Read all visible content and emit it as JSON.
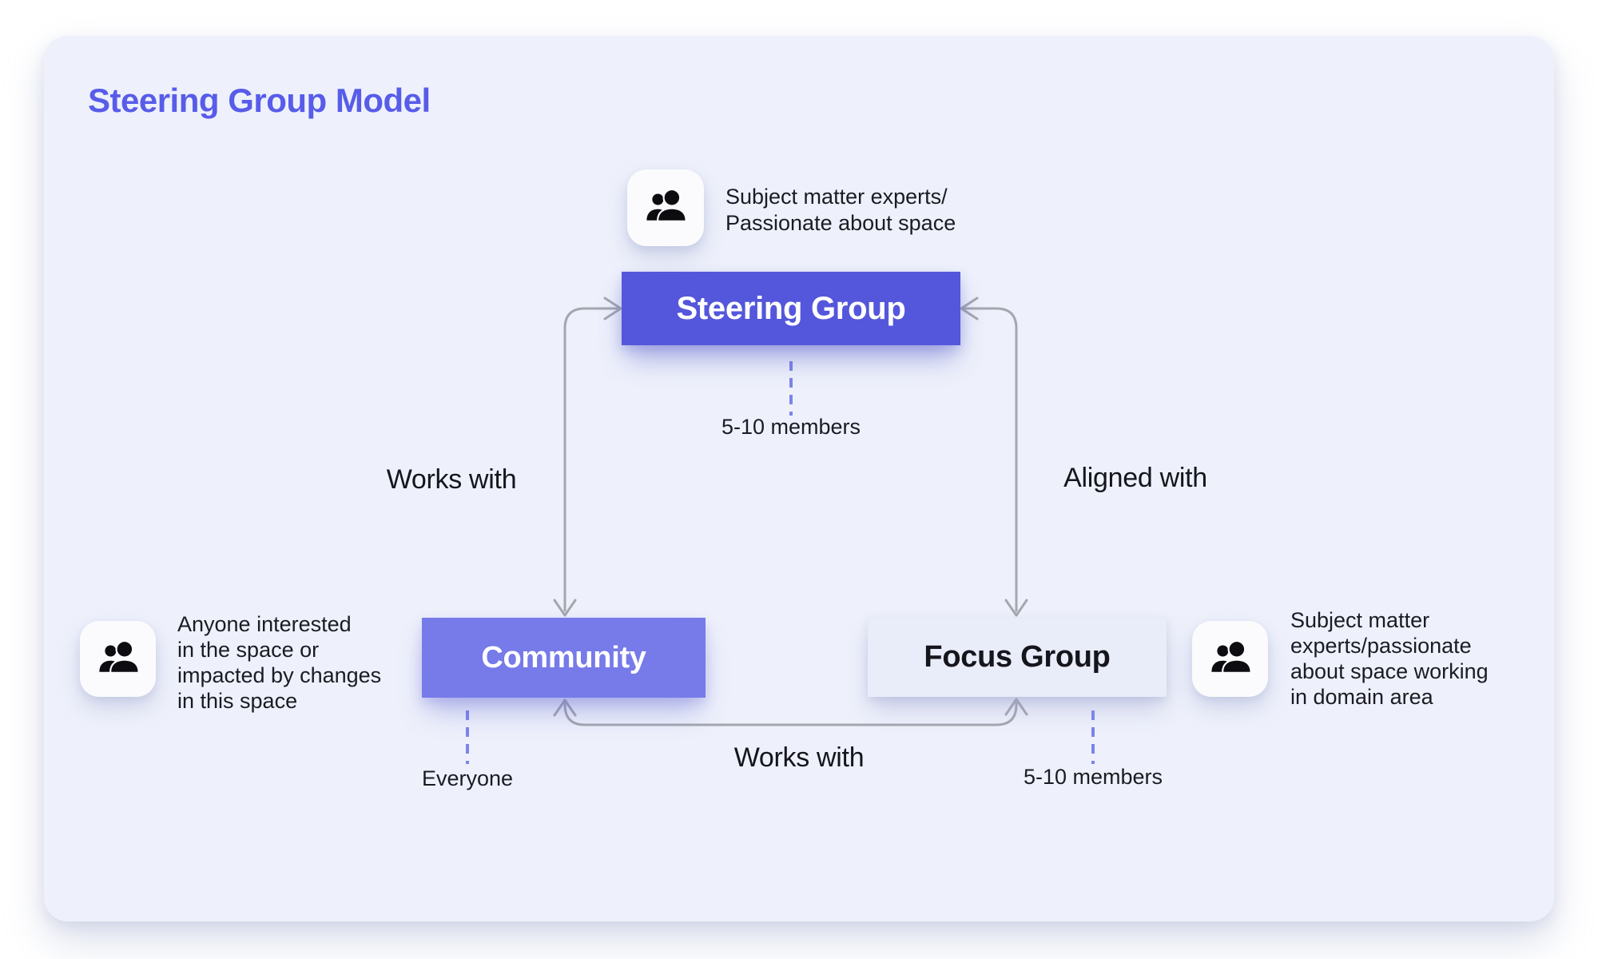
{
  "title": "Steering Group Model",
  "colors": {
    "page_bg": "#ffffff",
    "card_bg": "#eef1fb",
    "title_accent": "#585ce9",
    "steering_bg": "#5457db",
    "community_bg": "#777ae9",
    "focus_bg": "#e9ecf9",
    "text_dark": "#17171e",
    "connector_grey": "#a5a7ae",
    "dashed_indigo": "#7b85ec"
  },
  "nodes": {
    "steering": {
      "label": "Steering Group",
      "members": "5-10 members",
      "note": "Subject matter experts/\nPassionate about space"
    },
    "community": {
      "label": "Community",
      "members": "Everyone",
      "note": "Anyone interested\nin the space or\nimpacted by changes\nin this space"
    },
    "focus": {
      "label": "Focus Group",
      "members": "5-10 members",
      "note": "Subject matter\nexperts/passionate\nabout space working\nin domain area"
    }
  },
  "edges": {
    "community_steering": "Works with",
    "focus_steering": "Aligned with",
    "community_focus": "Works with"
  }
}
